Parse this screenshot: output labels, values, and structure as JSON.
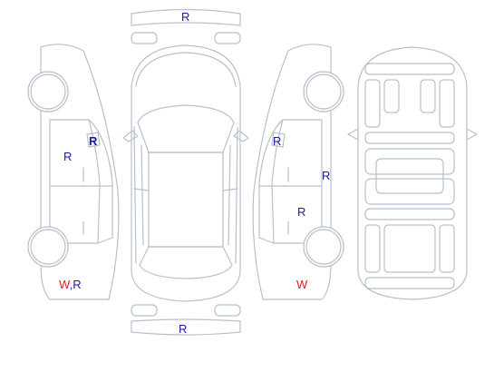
{
  "colors": {
    "outline": "#b8c0cc",
    "repair_mark": "#1a1aa8",
    "replace_mark": "#e21a1a",
    "background": "#ffffff"
  },
  "marks": {
    "front_bumper": "R",
    "rear_bumper": "R",
    "left_front_door": "R",
    "left_front_fender": "R",
    "left_rear_quarter_w": "W",
    "left_rear_quarter_sep": ",",
    "left_rear_quarter_r": "R",
    "right_front_door": "R",
    "right_rear_door": "R",
    "right_rocker": "R",
    "right_rear_quarter": "W"
  }
}
